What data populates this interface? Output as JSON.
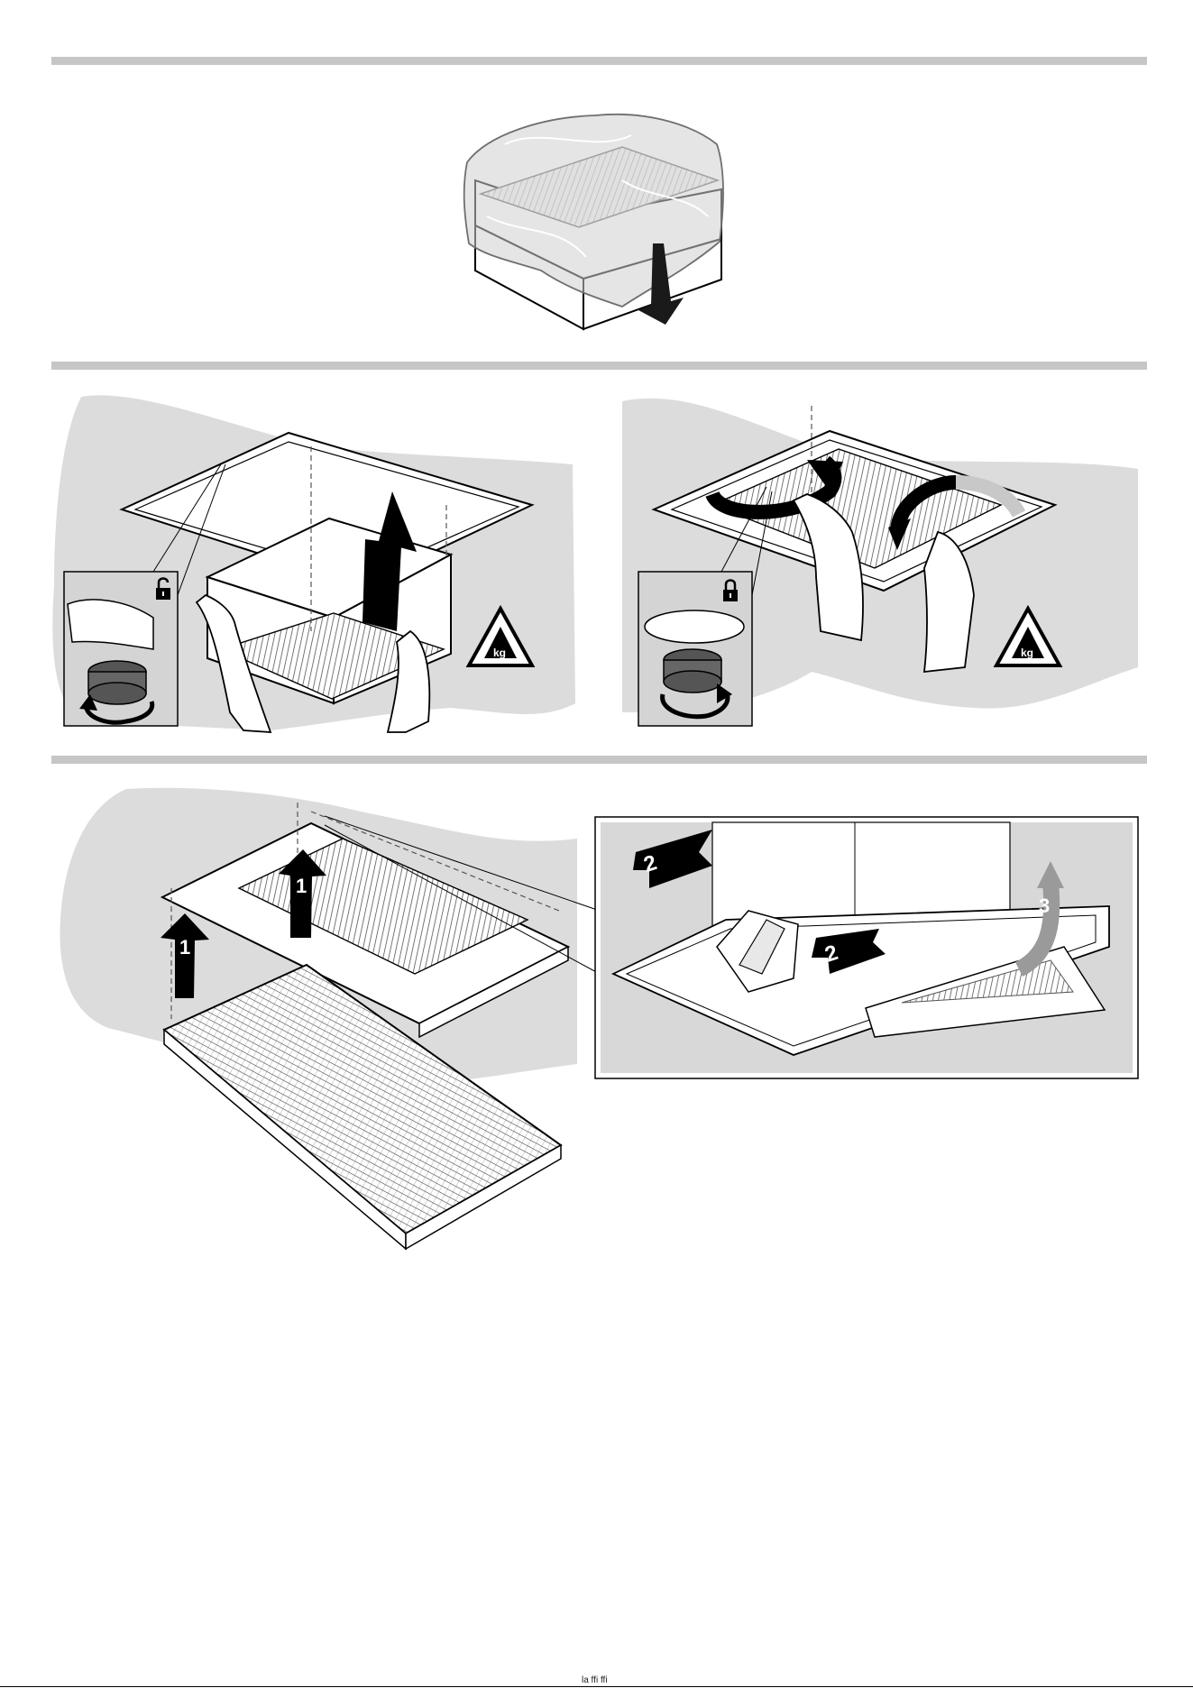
{
  "figure": {
    "step_numbers": {
      "lift_1a": "1",
      "lift_1b": "1",
      "slide_2a": "2",
      "slide_2b": "2",
      "tilt_3": "3"
    },
    "weight_warning_label": "kg",
    "icons": [
      "padlock-open-icon",
      "padlock-closed-icon",
      "weight-warning-icon",
      "rotate-arrow-icon",
      "push-down-arrow-icon",
      "lift-up-arrow-icon"
    ]
  },
  "footer": {
    "text": "la ffi                  ffi"
  }
}
